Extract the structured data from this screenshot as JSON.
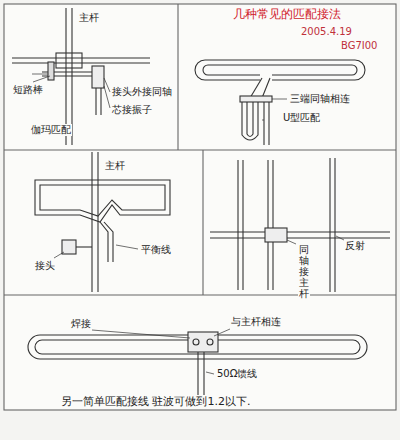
{
  "diagram": {
    "title": "几种常见的匹配接法",
    "caption": "另一简单匹配接线 驻波可做到1.2以下.",
    "labels": [
      "主杆",
      "短路棒",
      "接头外接同轴",
      "芯接振子",
      "伽玛匹配",
      "2005.4.19",
      "BG7I00",
      "三端同轴相连",
      "U型匹配",
      "主杆",
      "接头",
      "平衡线",
      "同轴接主杆",
      "反射",
      "焊接",
      "与主杆相连",
      "50Ω馈线"
    ]
  }
}
